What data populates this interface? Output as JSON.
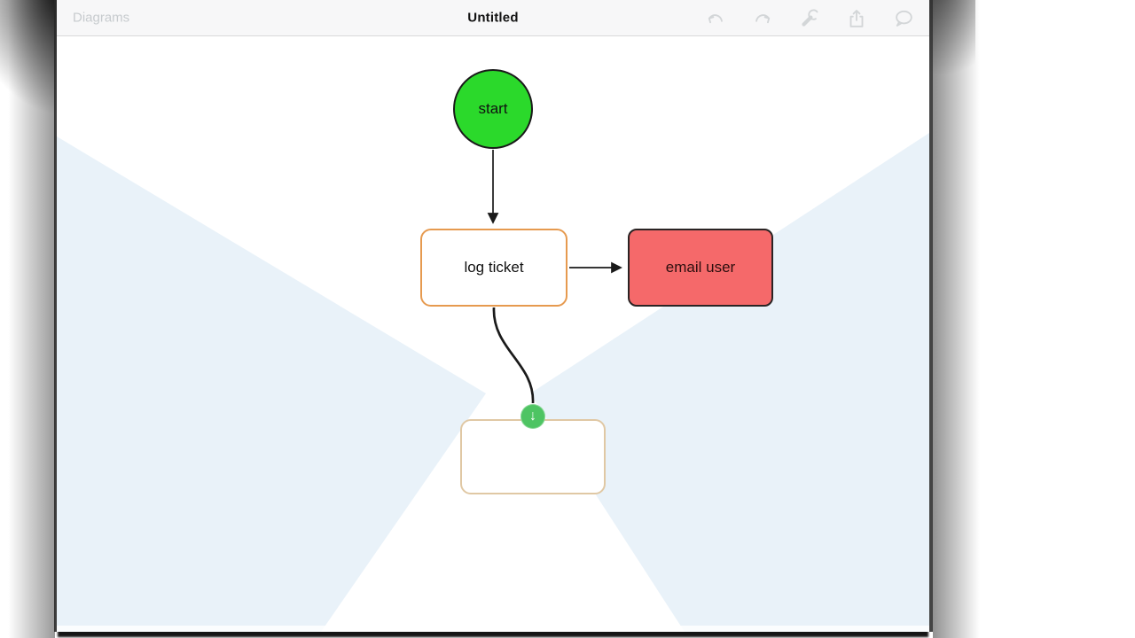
{
  "toolbar": {
    "back_label": "Diagrams",
    "title": "Untitled",
    "icons": [
      {
        "name": "undo-icon",
        "meaning": "undo"
      },
      {
        "name": "redo-icon",
        "meaning": "redo"
      },
      {
        "name": "wrench-icon",
        "meaning": "tools-settings"
      },
      {
        "name": "share-icon",
        "meaning": "share-export"
      },
      {
        "name": "comment-icon",
        "meaning": "comment"
      }
    ]
  },
  "diagram": {
    "nodes": [
      {
        "id": "start",
        "label": "start",
        "shape": "circle",
        "fill": "#2bd92b",
        "border": "#1a1a1a"
      },
      {
        "id": "log-ticket",
        "label": "log ticket",
        "shape": "rounded-rect",
        "fill": "#ffffff",
        "border": "#e69a4f"
      },
      {
        "id": "email-user",
        "label": "email user",
        "shape": "rounded-rect",
        "fill": "#f5696a",
        "border": "#2b2424"
      },
      {
        "id": "new-node",
        "label": "",
        "shape": "rounded-rect",
        "fill": "#ffffff",
        "border": "#e0c8a4"
      }
    ],
    "edges": [
      {
        "from": "start",
        "to": "log-ticket",
        "style": "straight-arrow"
      },
      {
        "from": "log-ticket",
        "to": "email-user",
        "style": "straight-arrow"
      },
      {
        "from": "log-ticket",
        "to": "new-node",
        "style": "curved-line-with-drop-handle"
      }
    ],
    "drop_handle": {
      "glyph": "↓",
      "color": "#4ec463"
    }
  },
  "colors": {
    "canvas_white": "#ffffff",
    "canvas_blue_wedge": "#e9f2f9",
    "toolbar_bg": "#f7f7f8",
    "toolbar_icon_gray": "#d3d6d8",
    "edge_black": "#1a1a1a"
  }
}
